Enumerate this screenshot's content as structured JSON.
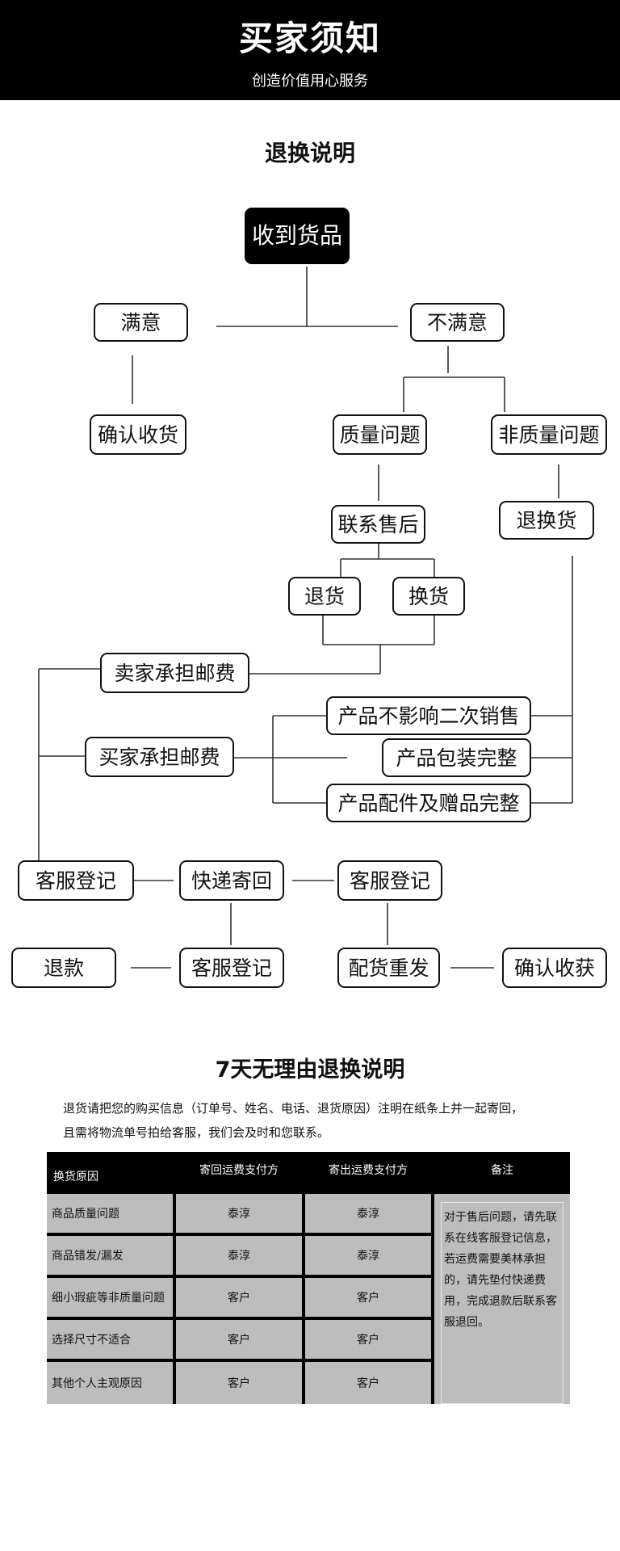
{
  "header": {
    "title": "买家须知",
    "subtitle": "创造价值用心服务"
  },
  "flowchart": {
    "title": "退换说明",
    "nodes": {
      "received": "收到货品",
      "satisfied": "满意",
      "unsatisfied": "不满意",
      "confirm_receipt": "确认收货",
      "quality_issue": "质量问题",
      "non_quality_issue": "非质量问题",
      "contact_aftersales": "联系售后",
      "return_exchange": "退换货",
      "return": "退货",
      "exchange": "换货",
      "seller_pays": "卖家承担邮费",
      "buyer_pays": "买家承担邮费",
      "cond_resale": "产品不影响二次销售",
      "cond_package": "产品包装完整",
      "cond_accessories": "产品配件及赠品完整",
      "cs_register_left": "客服登记",
      "express_return": "快递寄回",
      "cs_register_right": "客服登记",
      "refund": "退款",
      "cs_register_bottom": "客服登记",
      "reship": "配货重发",
      "confirm_receipt_final": "确认收获"
    }
  },
  "policy": {
    "title": "7天无理由退换说明",
    "intro_line1": "退货请把您的购买信息（订单号、姓名、电话、退货原因）注明在纸条上并一起寄回，",
    "intro_line2": "且需将物流单号拍给客服，我们会及时和您联系。",
    "table": {
      "headers": [
        "换货原因",
        "寄回运费支付方",
        "寄出运费支付方",
        "备注"
      ],
      "rows": [
        [
          "商品质量问题",
          "泰淳",
          "泰淳"
        ],
        [
          "商品错发/漏发",
          "泰淳",
          "泰淳"
        ],
        [
          "细小瑕疵等非质量问题",
          "客户",
          "客户"
        ],
        [
          "选择尺寸不适合",
          "客户",
          "客户"
        ],
        [
          "其他个人主观原因",
          "客户",
          "客户"
        ]
      ],
      "note": "对于售后问题，请先联系在线客服登记信息，若运费需要美林承担的，请先垫付快递费用，完成退款后联系客服退回。"
    }
  }
}
